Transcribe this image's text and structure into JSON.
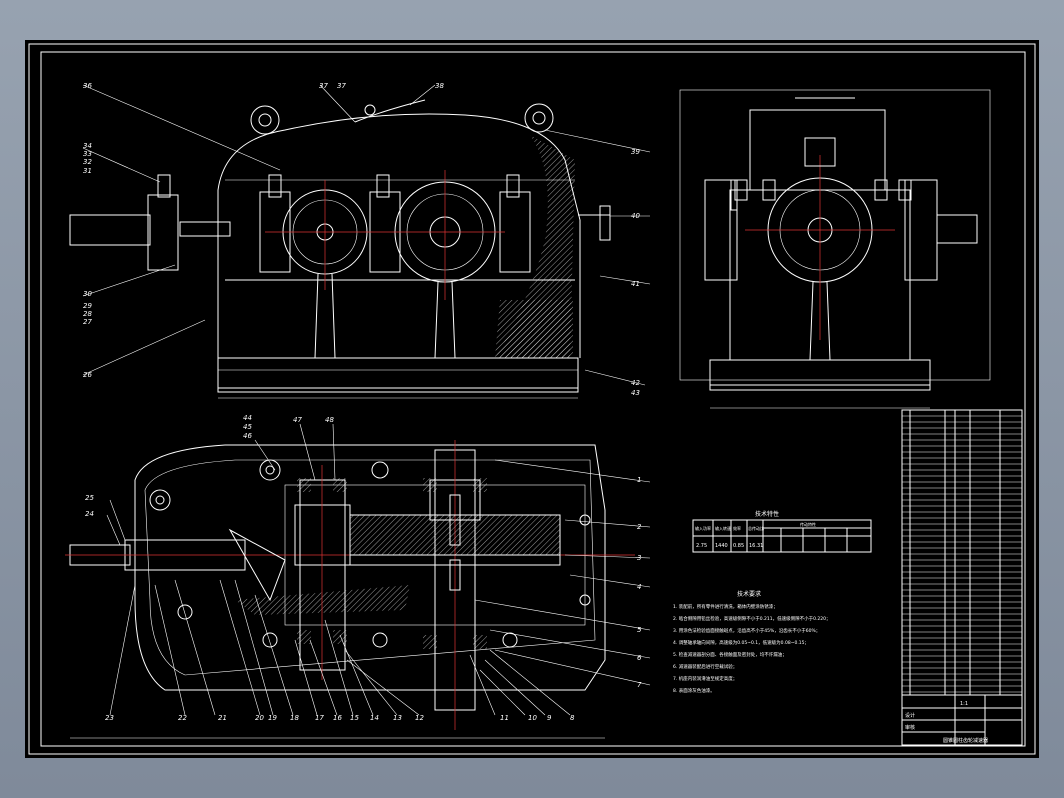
{
  "drawing": {
    "balloons_front": [
      "36",
      "37",
      "38",
      "34",
      "33",
      "32",
      "31",
      "39",
      "40",
      "41",
      "30",
      "29",
      "28",
      "27",
      "26",
      "42",
      "43"
    ],
    "balloons_top": [
      "44",
      "45",
      "46",
      "47",
      "48",
      "1",
      "2",
      "3",
      "4",
      "5",
      "6",
      "7",
      "25",
      "24",
      "23",
      "22",
      "21",
      "20",
      "19",
      "18",
      "17",
      "16",
      "15",
      "14",
      "13",
      "12",
      "11",
      "10",
      "9",
      "8"
    ],
    "table_title": "技术特性",
    "table_header": [
      "输入功率",
      "输入转速",
      "效率",
      "总传动比",
      "传动特性"
    ],
    "table_row": [
      "2.75",
      "1440",
      "0.85",
      "16.31"
    ],
    "notes_title": "技术要求",
    "notes": [
      "1. 装配前，所有零件进行清洗，箱体内壁涂防锈漆；",
      "2. 啮合侧隙用铅丝检验，高速级侧隙不小于0.211，低速级侧隙不小于0.220；",
      "3. 用涂色法检验齿面接触斑点，沿齿高不小于45%，沿齿长不小于60%；",
      "4. 调整轴承轴向间隙，高速级为0.05~0.1，低速级为0.08~0.15；",
      "5. 检查减速器剖分面、各接触面及密封处，均不许漏油；",
      "6. 减速器装配后进行空载试验；",
      "7. 机座内装润滑油至规定高度；",
      "8. 表面涂灰色油漆。"
    ],
    "title_block": {
      "name": "圆锥圆柱齿轮减速器",
      "scale": "1:1",
      "designer": "设计",
      "checker": "审核"
    }
  }
}
